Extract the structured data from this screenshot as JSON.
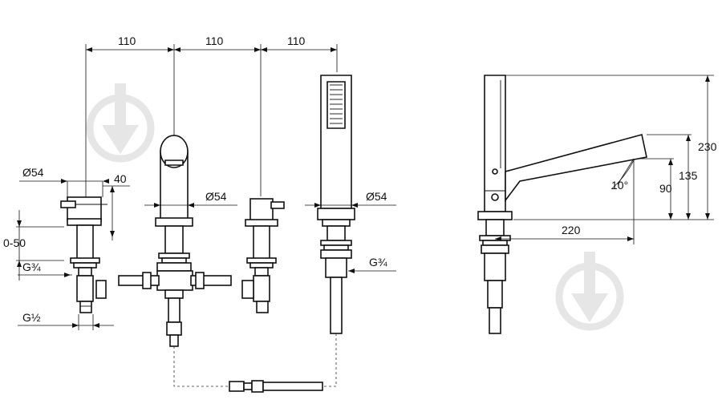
{
  "dimensions": {
    "spacing_1": "110",
    "spacing_2": "110",
    "spacing_3": "110",
    "dia_left": "Ø54",
    "offset_40": "40",
    "range_0_50": "0-50",
    "thread_left_g34": "G¾",
    "thread_left_g12": "G½",
    "dia_spout": "Ø54",
    "dia_hand": "Ø54",
    "thread_right_g34": "G¾",
    "height_230": "230",
    "height_135": "135",
    "height_90": "90",
    "angle_10": "10°",
    "reach_220": "220"
  },
  "colors": {
    "line": "#111111",
    "watermark": "#e6e6e6",
    "background": "#ffffff"
  },
  "icons": [
    "watermark-logo-icon"
  ]
}
